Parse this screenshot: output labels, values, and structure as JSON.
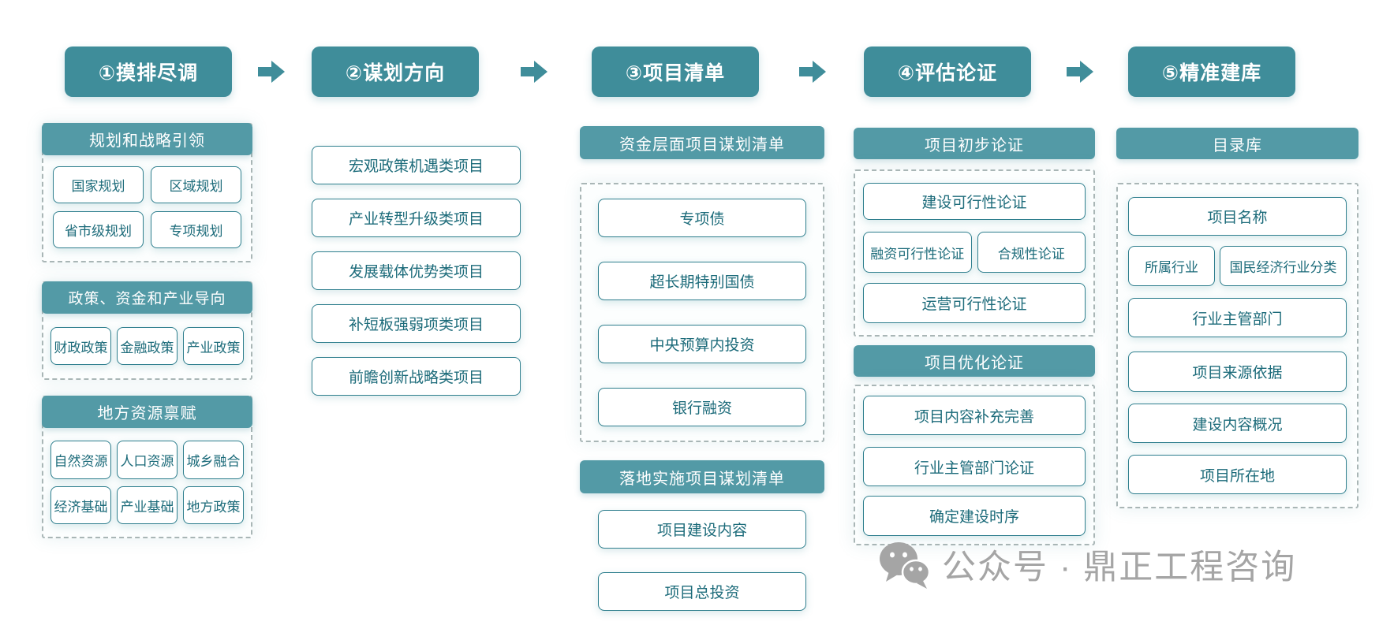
{
  "steps": [
    {
      "label": "①摸排尽调"
    },
    {
      "label": "②谋划方向"
    },
    {
      "label": "③项目清单"
    },
    {
      "label": "④评估论证"
    },
    {
      "label": "⑤精准建库"
    }
  ],
  "survey": {
    "groups": [
      {
        "title": "规划和战略引领",
        "items": [
          "国家规划",
          "区域规划",
          "省市级规划",
          "专项规划"
        ]
      },
      {
        "title": "政策、资金和产业导向",
        "items": [
          "财政政策",
          "金融政策",
          "产业政策"
        ]
      },
      {
        "title": "地方资源禀赋",
        "items": [
          "自然资源",
          "人口资源",
          "城乡融合",
          "经济基础",
          "产业基础",
          "地方政策"
        ]
      }
    ]
  },
  "directions": {
    "items": [
      "宏观政策机遇类项目",
      "产业转型升级类项目",
      "发展载体优势类项目",
      "补短板强弱项类项目",
      "前瞻创新战略类项目"
    ]
  },
  "project_list": {
    "funding": {
      "title": "资金层面项目谋划清单",
      "items": [
        "专项债",
        "超长期特别国债",
        "中央预算内投资",
        "银行融资"
      ]
    },
    "implementation": {
      "title": "落地实施项目谋划清单",
      "items": [
        "项目建设内容",
        "项目总投资"
      ]
    }
  },
  "evaluation": {
    "preliminary": {
      "title": "项目初步论证",
      "items": [
        "建设可行性论证",
        "融资可行性论证",
        "合规性论证",
        "运营可行性论证"
      ]
    },
    "optimization": {
      "title": "项目优化论证",
      "items": [
        "项目内容补充完善",
        "行业主管部门论证",
        "确定建设时序"
      ]
    }
  },
  "database": {
    "catalog": {
      "title": "目录库",
      "items": [
        "项目名称",
        "所属行业",
        "国民经济行业分类",
        "行业主管部门",
        "项目来源依据",
        "建设内容概况",
        "项目所在地"
      ]
    }
  },
  "watermark": {
    "text": "公众号 · 鼎正工程咨询"
  },
  "colors": {
    "step_header": "#3f8d9a",
    "section_bar": "#539aa6",
    "box_border": "#2f7f8e",
    "box_text": "#1c6b7a",
    "watermark": "#a5a5a5"
  }
}
